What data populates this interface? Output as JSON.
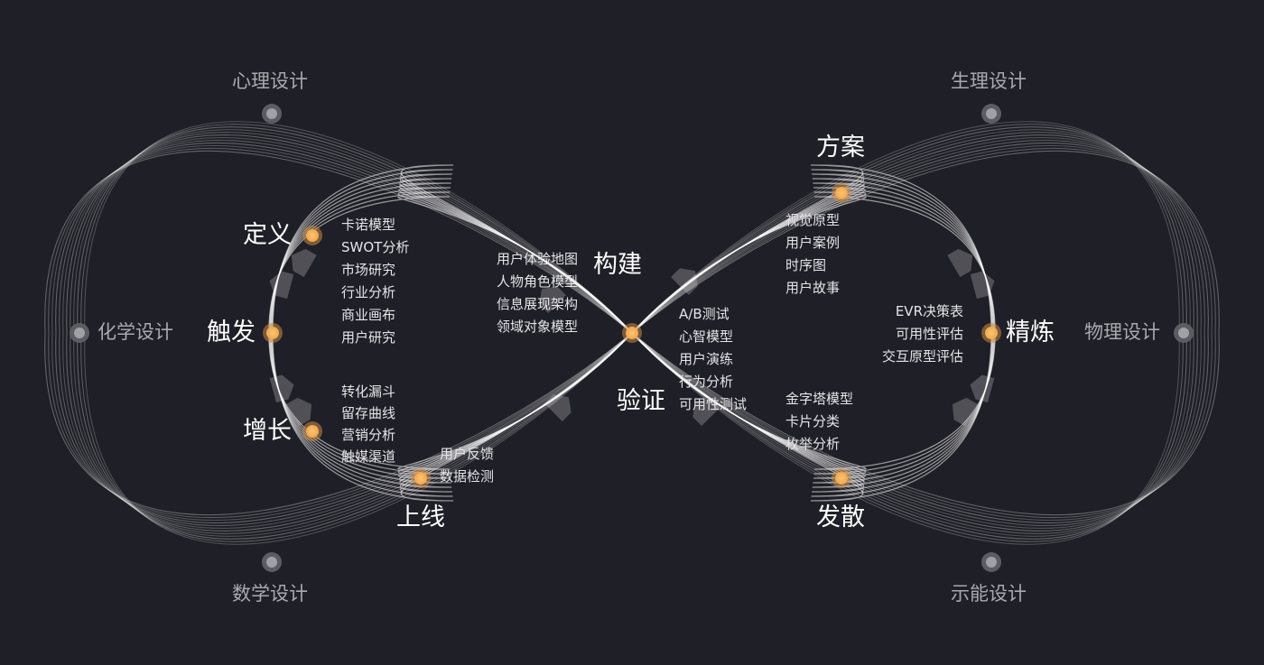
{
  "diagram": {
    "title": "",
    "colors": {
      "background": "#1f1f27",
      "accent_node": "#f5b861",
      "accent_node_ring": "#c98c44",
      "outer_node": "#a0a0a6",
      "line": "#ffffff"
    },
    "outer_labels": {
      "top_left": "心理设计",
      "bottom_left": "数学设计",
      "left": "化学设计",
      "top_right": "生理设计",
      "bottom_right": "示能设计",
      "right": "物理设计"
    },
    "stages": {
      "define": "定义",
      "trigger": "触发",
      "grow": "增长",
      "launch": "上线",
      "build": "构建",
      "verify": "验证",
      "plan": "方案",
      "refine": "精炼",
      "diverge": "发散"
    },
    "lists": {
      "define": [
        "卡诺模型",
        "SWOT分析",
        "市场研究",
        "行业分析",
        "商业画布",
        "用户研究"
      ],
      "grow": [
        "转化漏斗",
        "留存曲线",
        "营销分析",
        "触媒渠道"
      ],
      "launch": [
        "用户反馈",
        "数据检测"
      ],
      "build": [
        "用户体验地图",
        "人物角色模型",
        "信息展现架构",
        "领域对象模型"
      ],
      "verify": [
        "A/B测试",
        "心智模型",
        "用户演练",
        "行为分析",
        "可用性测试"
      ],
      "plan": [
        "视觉原型",
        "用户案例",
        "时序图",
        "用户故事"
      ],
      "refine": [
        "EVR决策表",
        "可用性评估",
        "交互原型评估"
      ],
      "diverge": [
        "金字塔模型",
        "卡片分类",
        "枚举分析"
      ]
    }
  }
}
